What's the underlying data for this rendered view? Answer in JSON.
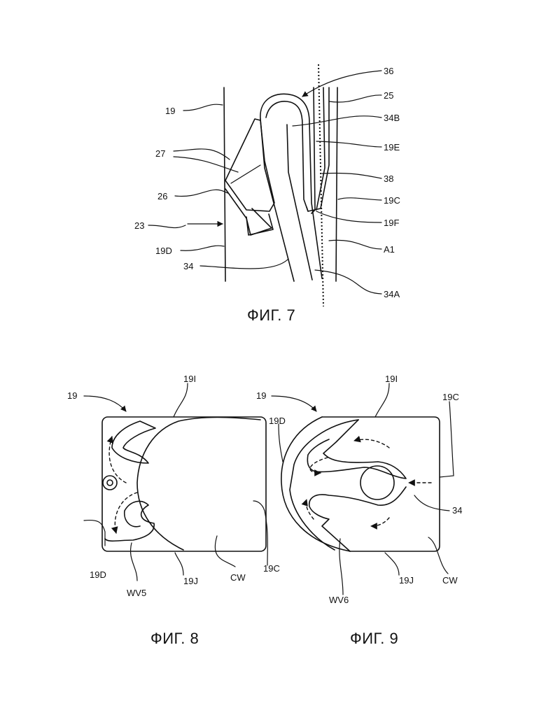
{
  "figures": [
    {
      "id": "fig7",
      "caption": "ФИГ. 7",
      "labels": {
        "l36": "36",
        "l25": "25",
        "l34B": "34B",
        "l19E": "19E",
        "l38": "38",
        "l19C": "19C",
        "l19F": "19F",
        "lA1": "A1",
        "l34A": "34A",
        "l19": "19",
        "l27": "27",
        "l26": "26",
        "l23": "23",
        "l19D": "19D",
        "l34": "34"
      }
    },
    {
      "id": "fig8",
      "caption": "ФИГ. 8",
      "labels": {
        "l19": "19",
        "l19I": "19I",
        "l19D": "19D",
        "lWV5": "WV5",
        "l19J": "19J",
        "lCW": "CW",
        "l19C": "19C"
      }
    },
    {
      "id": "fig9",
      "caption": "ФИГ. 9",
      "labels": {
        "l19": "19",
        "l19I": "19I",
        "l19C": "19C",
        "l19D": "19D",
        "l34": "34",
        "lWV6": "WV6",
        "l19J": "19J",
        "lCW": "CW"
      }
    }
  ]
}
